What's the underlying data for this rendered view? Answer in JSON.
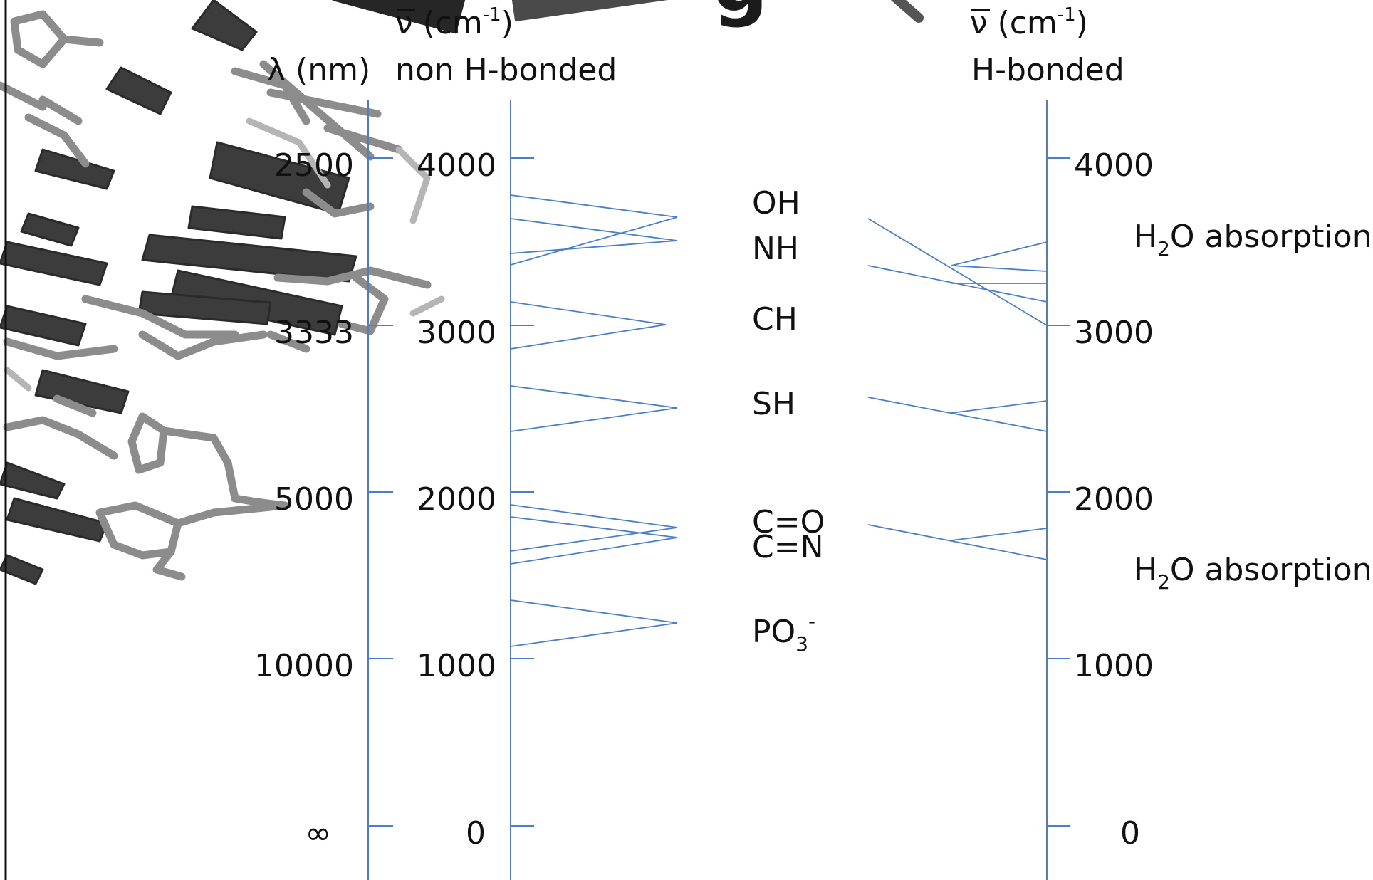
{
  "axes": {
    "wavelength_header": "λ (nm)",
    "left_wavenumber_header": "ν (cm",
    "left_wavenumber_sup": "-1",
    "left_wavenumber_close": ")",
    "left_subheader": "non H-bonded",
    "right_wavenumber_header": "ν (cm",
    "right_wavenumber_sup": "-1",
    "right_wavenumber_close": ")",
    "right_subheader": "H-bonded",
    "wavelength_ticks": [
      "2500",
      "3333",
      "5000",
      "10000",
      "∞"
    ],
    "left_wavenumber_ticks": [
      "4000",
      "3000",
      "2000",
      "1000",
      "0"
    ],
    "right_wavenumber_ticks": [
      "4000",
      "3000",
      "2000",
      "1000",
      "0"
    ]
  },
  "groups": {
    "oh": "OH",
    "nh": "NH",
    "ch": "CH",
    "sh": "SH",
    "co": "C=O",
    "cn": "C=N",
    "po3_base": "PO",
    "po3_sub": "3",
    "po3_sup": "-"
  },
  "water": {
    "upper_h": "H",
    "upper_sub": "2",
    "upper_rest": "O absorption",
    "lower_h": "H",
    "lower_sub": "2",
    "lower_rest": "O absorption"
  },
  "colors": {
    "axis_line": "#4a7fc8",
    "text": "#111111",
    "molecule_dark": "#3a3a3a",
    "molecule_light": "#9a9a9a"
  }
}
